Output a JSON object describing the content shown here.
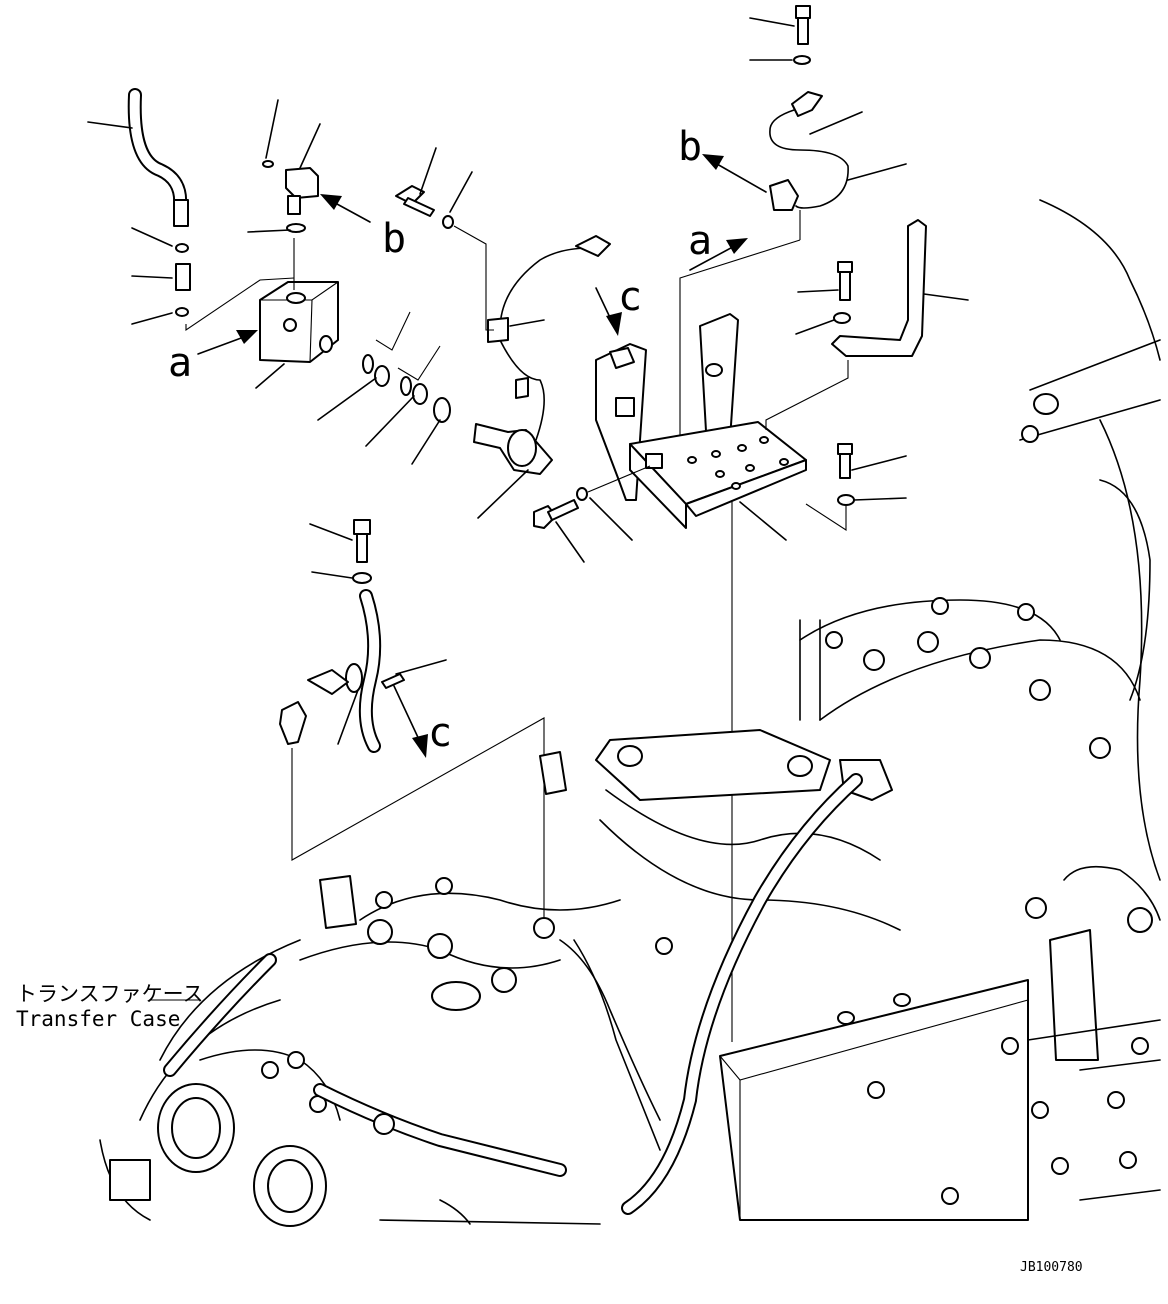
{
  "labels": {
    "part_name_jp": "トランスファケース",
    "part_name_en": "Transfer Case"
  },
  "callout_letters": {
    "a": "a",
    "b": "b",
    "c": "c"
  },
  "drawing_code": "JB100780"
}
